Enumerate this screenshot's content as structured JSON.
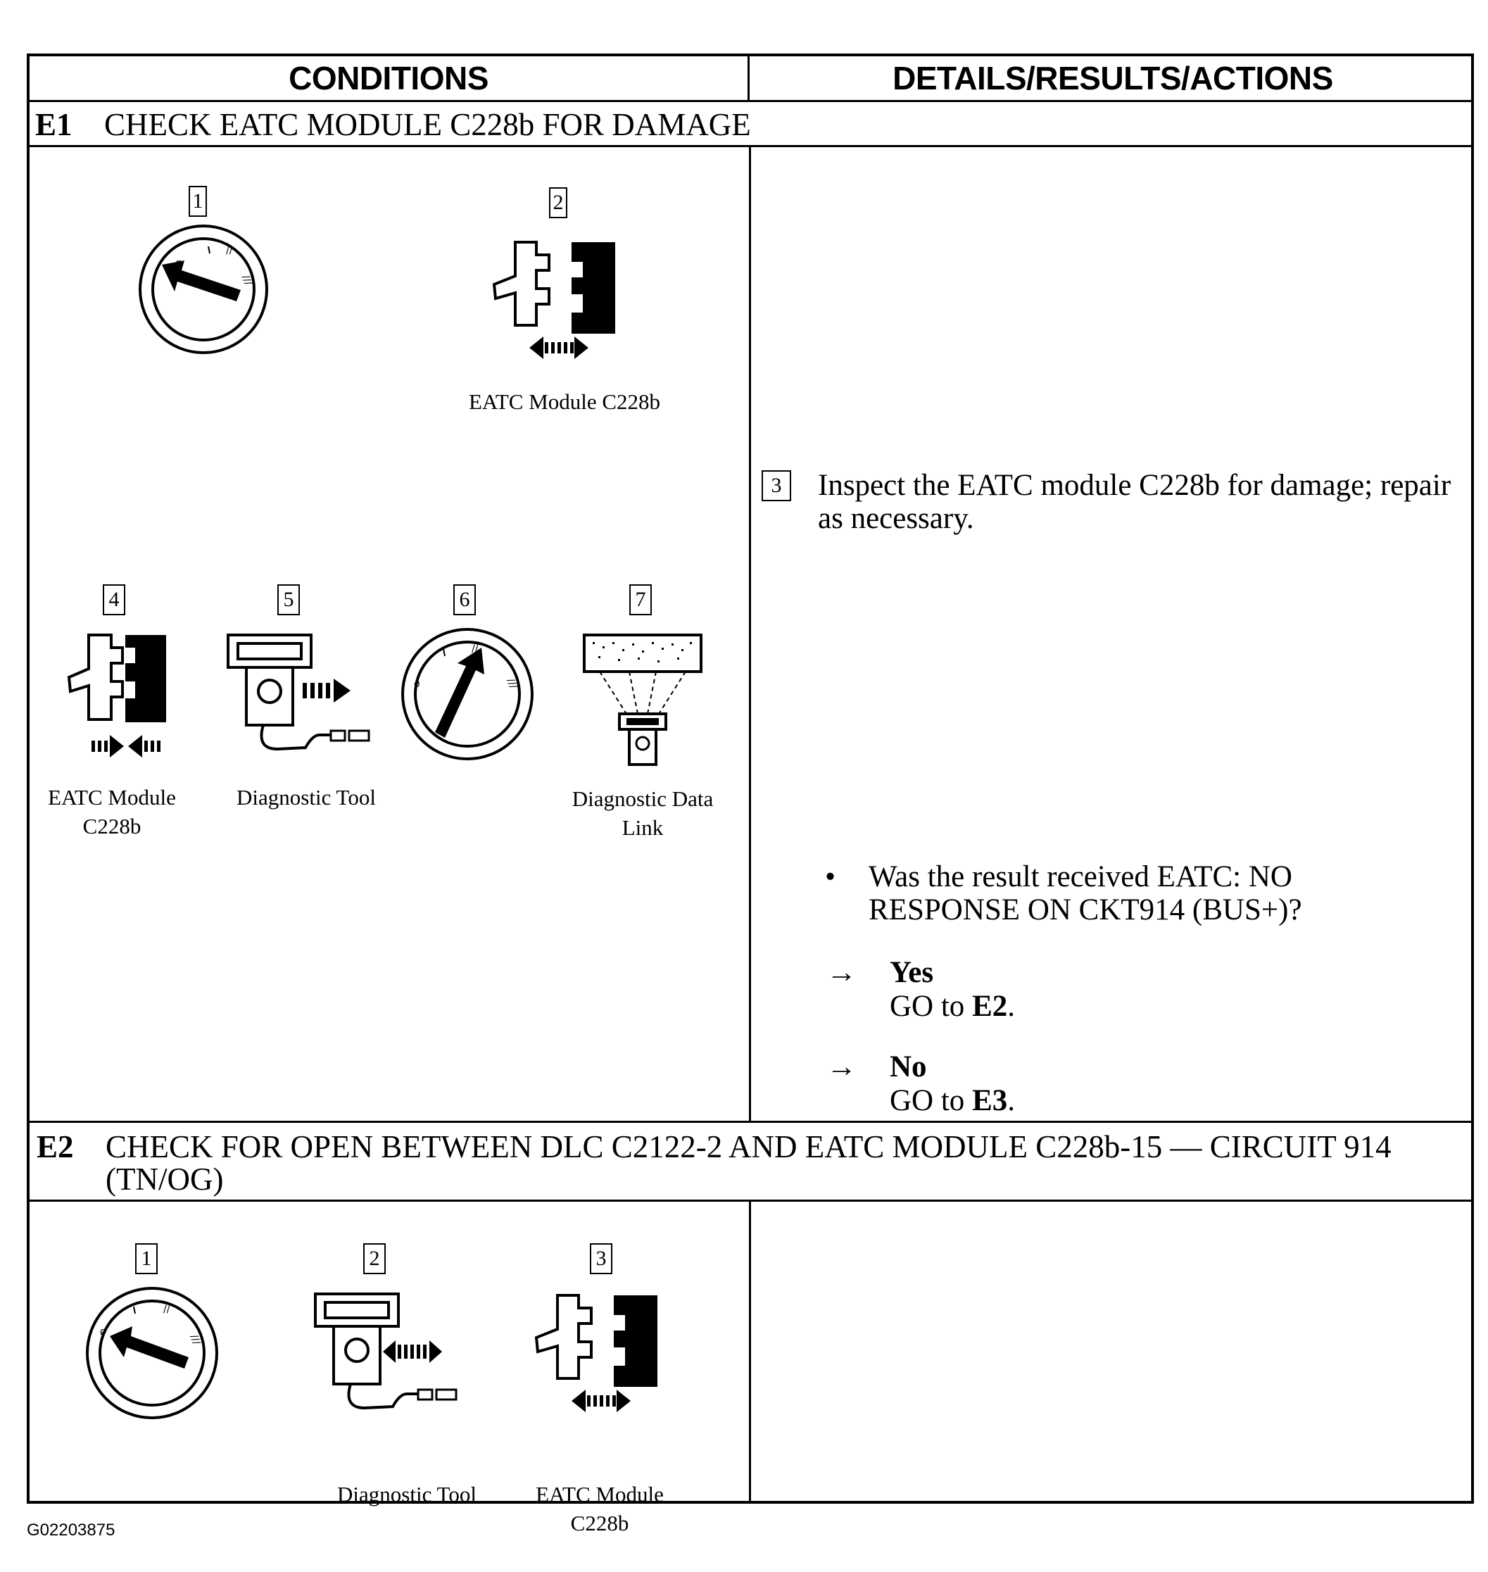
{
  "header": {
    "conditions": "CONDITIONS",
    "details": "DETAILS/RESULTS/ACTIONS"
  },
  "e1": {
    "id": "E1",
    "title": "CHECK EATC MODULE C228b FOR DAMAGE",
    "figures": [
      {
        "num": "1",
        "icon": "ignition-switch-off-icon"
      },
      {
        "num": "2",
        "icon": "connector-disconnect-icon",
        "caption": "EATC Module C228b"
      },
      {
        "num": "4",
        "icon": "connector-connect-icon",
        "caption": "EATC Module C228b"
      },
      {
        "num": "5",
        "icon": "diagnostic-tool-connect-icon",
        "caption": "Diagnostic Tool"
      },
      {
        "num": "6",
        "icon": "ignition-switch-run-icon"
      },
      {
        "num": "7",
        "icon": "diagnostic-data-link-icon",
        "caption": "Diagnostic Data Link"
      }
    ],
    "step3_num": "3",
    "step3_text": "Inspect the EATC module C228b for damage; repair as necessary.",
    "bullet": "•",
    "question": "Was the result received EATC: NO RESPONSE ON CKT914 (BUS+)?",
    "arrow": "→",
    "yes_label": "Yes",
    "yes_action_prefix": "GO to ",
    "yes_target": "E2",
    "no_label": "No",
    "no_action_prefix": "GO to ",
    "no_target": "E3",
    "period": "."
  },
  "e2": {
    "id": "E2",
    "title": "CHECK FOR OPEN BETWEEN DLC C2122-2 AND EATC MODULE C228b-15 — CIRCUIT 914 (TN/OG)",
    "figures": [
      {
        "num": "1",
        "icon": "ignition-switch-off-icon"
      },
      {
        "num": "2",
        "icon": "diagnostic-tool-disconnect-icon",
        "caption": "Diagnostic Tool"
      },
      {
        "num": "3",
        "icon": "connector-disconnect-icon",
        "caption": "EATC Module C228b"
      }
    ]
  },
  "figure_id": "G02203875"
}
